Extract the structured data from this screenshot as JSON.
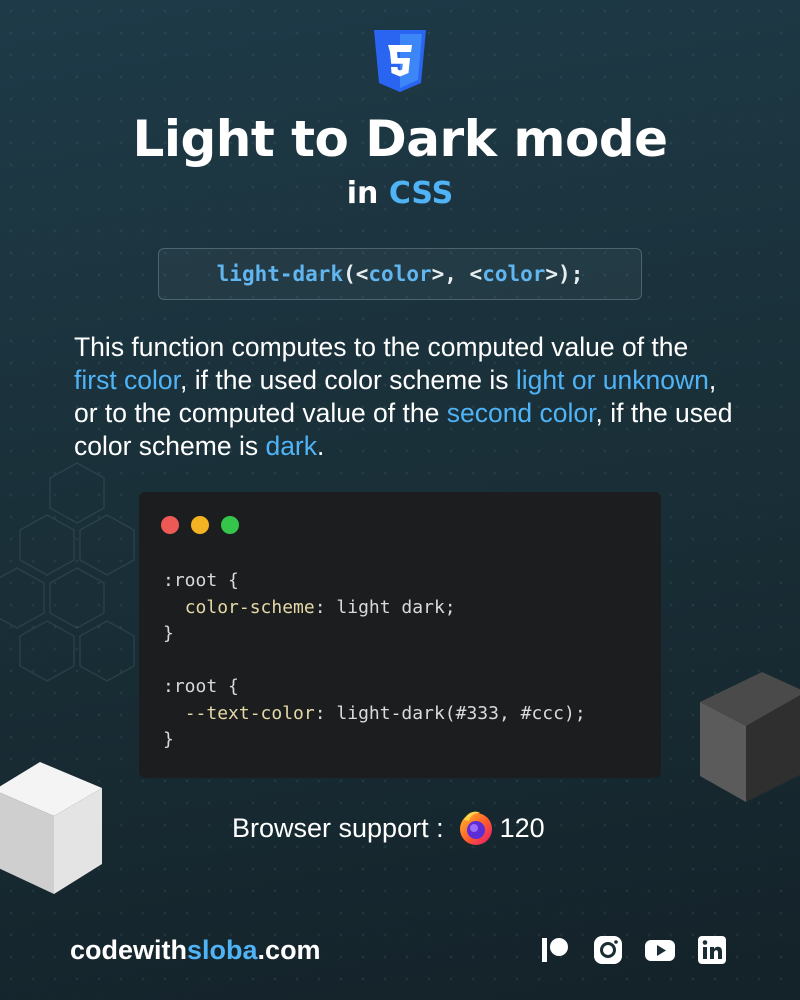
{
  "header": {
    "logo_icon": "css3-shield-icon",
    "title": "Light to Dark mode",
    "subtitle_prefix": "in ",
    "subtitle_accent": "CSS"
  },
  "signature": {
    "fn": "light-dark",
    "open": "(<",
    "arg1": "color",
    "sep": ">, <",
    "arg2": "color",
    "close": ">);"
  },
  "description": {
    "p1": "This function computes to the computed value of the ",
    "h1": "first color",
    "p2": ", if the used color scheme is ",
    "h2": "light or unknown",
    "p3": ", or to the computed value of the ",
    "h3": "second color",
    "p4": ", if the used color scheme is ",
    "h4": "dark",
    "p5": "."
  },
  "code_window": {
    "dots": [
      "#ed5a55",
      "#f3b322",
      "#34c54a"
    ],
    "line1_sel": ":root {",
    "line2_indent": "  ",
    "line2_prop": "color-scheme",
    "line2_val": ": light dark;",
    "line3_close": "}",
    "line5_sel": ":root {",
    "line6_indent": "  ",
    "line6_prop": "--text-color",
    "line6_val": ": light-dark(#333, #ccc);",
    "line7_close": "}"
  },
  "support": {
    "label": "Browser support :",
    "browser_icon": "firefox-icon",
    "version": "120"
  },
  "footer": {
    "brand_pre": "codewith",
    "brand_accent": "sloba",
    "brand_post": ".com",
    "social_icons": [
      "patreon-icon",
      "instagram-icon",
      "youtube-icon",
      "linkedin-icon"
    ]
  },
  "colors": {
    "accent": "#4fb3f6",
    "background": "#1a3039",
    "code_bg": "#1c1d1f"
  }
}
